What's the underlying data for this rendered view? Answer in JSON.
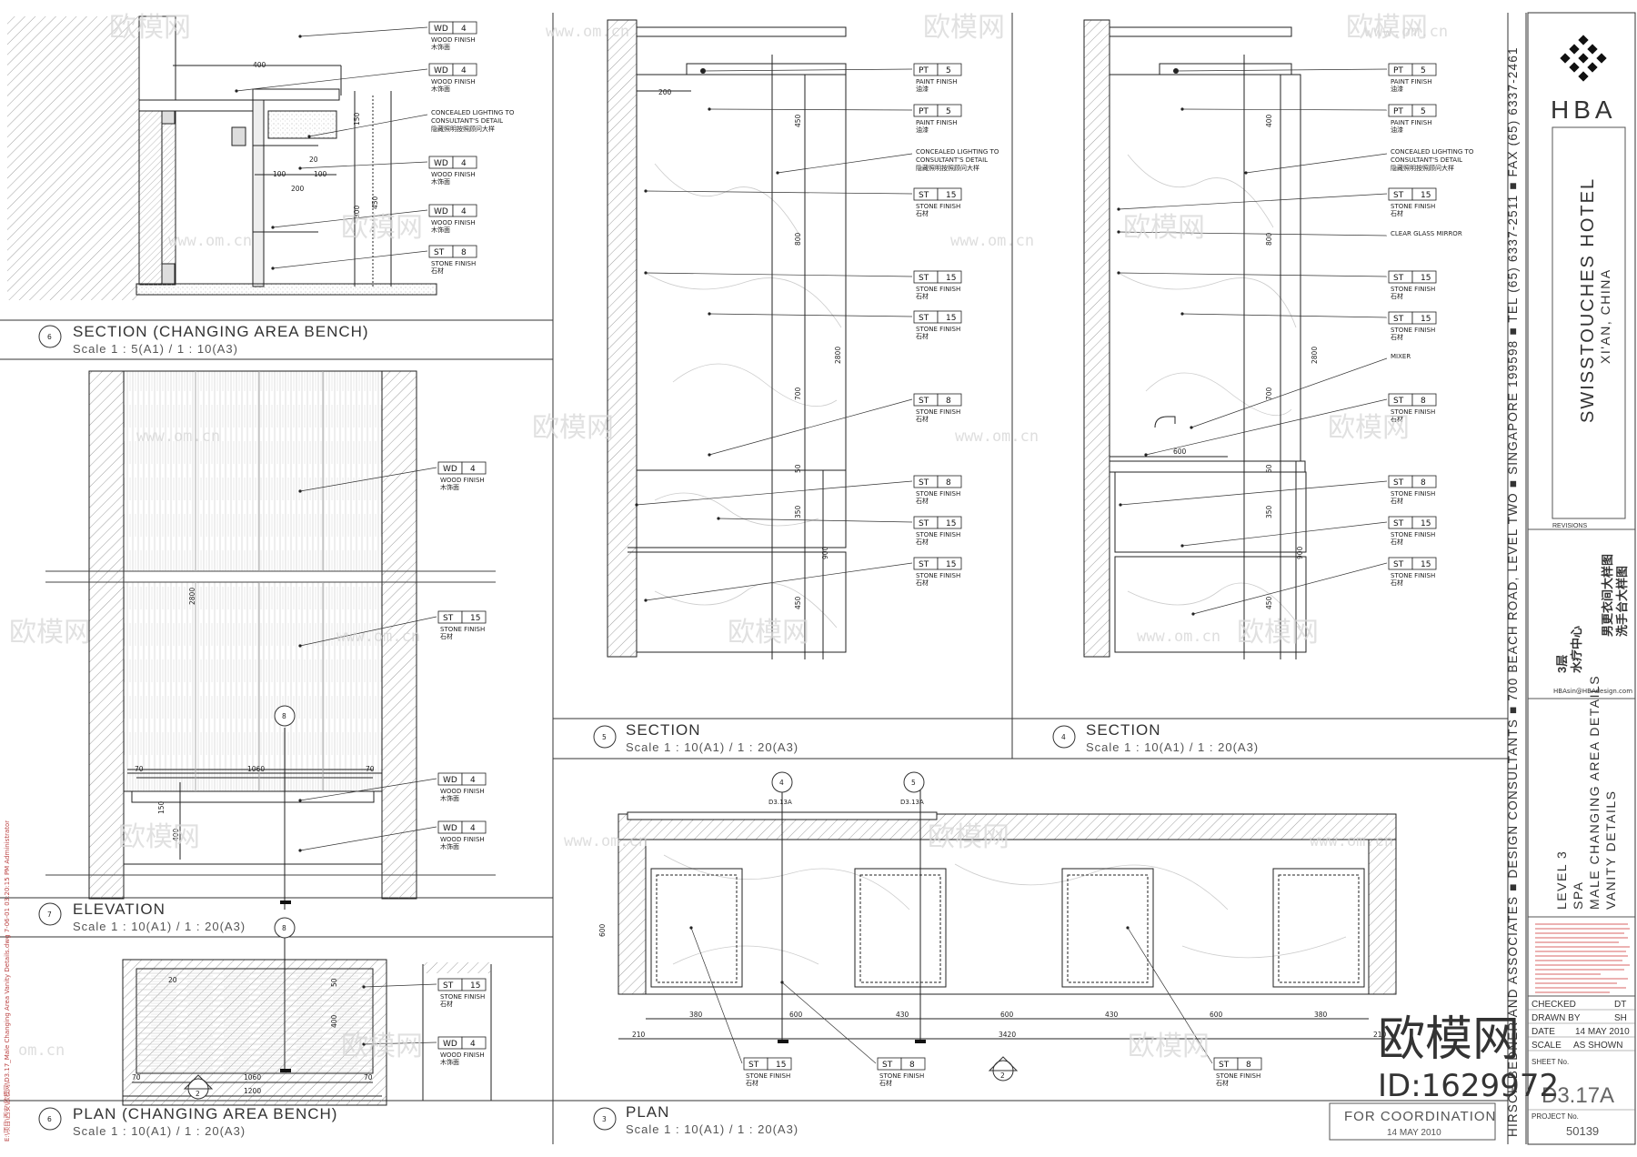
{
  "watermark": {
    "brand": "欧模网",
    "site": "www.om.cn",
    "site_short": "om.cn",
    "id_text": "ID:1629972"
  },
  "logo": {
    "text": "HBA"
  },
  "project": {
    "name": "SWISSTOUCHES HOTEL",
    "city": "XI'AN, CHINA",
    "revisions_label": "REVISIONS"
  },
  "consultant": {
    "address": "HIRSCH BEDNER AND ASSOCIATES ■ DESIGN CONSULTANTS ■ 700 BEACH ROAD, LEVEL TWO ■ SINGAPORE 199598 ■ TEL (65) 6337-2511 ■ FAX (65) 6337-2461"
  },
  "drawing_title": {
    "level": "LEVEL 3",
    "spa": "SPA",
    "male": "MALE CHANGING AREA DETAILS",
    "vanity": "VANITY DETAILS",
    "cn1": "3层",
    "cn2": "水疗中心",
    "cn3": "男更衣间大样图",
    "cn4": "洗手台大样图",
    "email": "HBAsin@HBAdesign.com"
  },
  "title_block": {
    "checked": "CHECKED",
    "checked_val": "DT",
    "drawn": "DRAWN BY",
    "drawn_val": "SH",
    "date": "DATE",
    "date_val": "14 MAY 2010",
    "scale": "SCALE",
    "scale_val": "AS SHOWN",
    "sheet": "SHEET No.",
    "sheet_val": "D3.17A",
    "project_no": "PROJECT No.",
    "project_no_val": "50139"
  },
  "stamp": {
    "line1": "FOR COORDINATION",
    "line2": "14 MAY 2010"
  },
  "side_note": "E:\\项目\\西安\\欧模网\\D3.17_Male Changing Area Vanity Details.dwg   7-06-01   03:20:15 PM   Administrator",
  "views": [
    {
      "num": "6",
      "title": "SECTION (CHANGING AREA BENCH)",
      "scale": "Scale 1 : 5(A1) / 1 : 10(A3)"
    },
    {
      "num": "7",
      "title": "ELEVATION",
      "scale": "Scale 1 : 10(A1) / 1 : 20(A3)"
    },
    {
      "num": "6",
      "title": "PLAN (CHANGING AREA BENCH)",
      "scale": "Scale 1 : 10(A1) / 1 : 20(A3)"
    },
    {
      "num": "5",
      "title": "SECTION",
      "scale": "Scale 1 : 10(A1) / 1 : 20(A3)"
    },
    {
      "num": "4",
      "title": "SECTION",
      "scale": "Scale 1 : 10(A1) / 1 : 20(A3)"
    },
    {
      "num": "3",
      "title": "PLAN",
      "scale": "Scale 1 : 10(A1) / 1 : 20(A3)"
    }
  ],
  "tags": [
    {
      "code": "WD",
      "num": "4",
      "label": "WOOD FINISH",
      "cn": "木饰面"
    },
    {
      "code": "WD",
      "num": "4",
      "label": "WOOD FINISH",
      "cn": "木饰面"
    },
    {
      "code": "",
      "num": "",
      "label": "CONCEALED LIGHTING TO CONSULTANT'S DETAIL",
      "cn": "隐藏照明按照顾问大样"
    },
    {
      "code": "WD",
      "num": "4",
      "label": "WOOD FINISH",
      "cn": "木饰面"
    },
    {
      "code": "WD",
      "num": "4",
      "label": "WOOD FINISH",
      "cn": "木饰面"
    },
    {
      "code": "ST",
      "num": "8",
      "label": "STONE FINISH",
      "cn": "石材"
    },
    {
      "code": "WD",
      "num": "4",
      "label": "WOOD FINISH",
      "cn": "木饰面"
    },
    {
      "code": "ST",
      "num": "15",
      "label": "STONE FINISH",
      "cn": "石材"
    },
    {
      "code": "WD",
      "num": "4",
      "label": "WOOD FINISH",
      "cn": "木饰面"
    },
    {
      "code": "WD",
      "num": "4",
      "label": "WOOD FINISH",
      "cn": "木饰面"
    },
    {
      "code": "ST",
      "num": "15",
      "label": "STONE FINISH",
      "cn": "石材"
    },
    {
      "code": "WD",
      "num": "4",
      "label": "WOOD FINISH",
      "cn": "木饰面"
    },
    {
      "code": "PT",
      "num": "5",
      "label": "PAINT FINISH",
      "cn": "油漆"
    },
    {
      "code": "PT",
      "num": "5",
      "label": "PAINT FINISH",
      "cn": "油漆"
    },
    {
      "code": "",
      "num": "",
      "label": "CONCEALED LIGHTING TO CONSULTANT'S DETAIL",
      "cn": "隐藏照明按照顾问大样"
    },
    {
      "code": "ST",
      "num": "15",
      "label": "STONE FINISH",
      "cn": "石材"
    },
    {
      "code": "ST",
      "num": "15",
      "label": "STONE FINISH",
      "cn": "石材"
    },
    {
      "code": "ST",
      "num": "15",
      "label": "STONE FINISH",
      "cn": "石材"
    },
    {
      "code": "ST",
      "num": "8",
      "label": "STONE FINISH",
      "cn": "石材"
    },
    {
      "code": "ST",
      "num": "8",
      "label": "STONE FINISH",
      "cn": "石材"
    },
    {
      "code": "ST",
      "num": "15",
      "label": "STONE FINISH",
      "cn": "石材"
    },
    {
      "code": "ST",
      "num": "15",
      "label": "STONE FINISH",
      "cn": "石材"
    },
    {
      "code": "PT",
      "num": "5",
      "label": "PAINT FINISH",
      "cn": "油漆"
    },
    {
      "code": "PT",
      "num": "5",
      "label": "PAINT FINISH",
      "cn": "油漆"
    },
    {
      "code": "",
      "num": "",
      "label": "CONCEALED LIGHTING TO CONSULTANT'S DETAIL",
      "cn": "隐藏照明按照顾问大样"
    },
    {
      "code": "ST",
      "num": "15",
      "label": "STONE FINISH",
      "cn": "石材"
    },
    {
      "code": "",
      "num": "",
      "label": "CLEAR GLASS MIRROR",
      "cn": ""
    },
    {
      "code": "ST",
      "num": "15",
      "label": "STONE FINISH",
      "cn": "石材"
    },
    {
      "code": "ST",
      "num": "15",
      "label": "STONE FINISH",
      "cn": "石材"
    },
    {
      "code": "",
      "num": "",
      "label": "MIXER",
      "cn": ""
    },
    {
      "code": "ST",
      "num": "8",
      "label": "STONE FINISH",
      "cn": "石材"
    },
    {
      "code": "ST",
      "num": "8",
      "label": "STONE FINISH",
      "cn": "石材"
    },
    {
      "code": "ST",
      "num": "15",
      "label": "STONE FINISH",
      "cn": "石材"
    },
    {
      "code": "ST",
      "num": "15",
      "label": "STONE FINISH",
      "cn": "石材"
    },
    {
      "code": "ST",
      "num": "15",
      "label": "STONE FINISH",
      "cn": "石材"
    },
    {
      "code": "ST",
      "num": "8",
      "label": "STONE FINISH",
      "cn": "石材"
    },
    {
      "code": "ST",
      "num": "8",
      "label": "STONE FINISH",
      "cn": "石材"
    }
  ],
  "dims": [
    "400",
    "150",
    "20",
    "100",
    "100",
    "200",
    "450",
    "300",
    "200",
    "450",
    "800",
    "2800",
    "700",
    "50",
    "350",
    "450",
    "900",
    "70",
    "1060",
    "70",
    "150",
    "400",
    "2800",
    "1060",
    "1200",
    "70",
    "70",
    "50",
    "400",
    "20",
    "600",
    "380",
    "600",
    "430",
    "600",
    "430",
    "600",
    "380",
    "210",
    "3420",
    "210",
    "600",
    "400",
    "800",
    "700",
    "2800",
    "50",
    "350",
    "450",
    "900",
    "600"
  ],
  "callouts": [
    {
      "num": "8",
      "ref": ""
    },
    {
      "num": "8",
      "ref": ""
    },
    {
      "num": "4",
      "ref": "D3.13A"
    },
    {
      "num": "5",
      "ref": "D3.13A"
    },
    {
      "num": "2",
      "ref": ""
    },
    {
      "num": "2",
      "ref": ""
    }
  ]
}
